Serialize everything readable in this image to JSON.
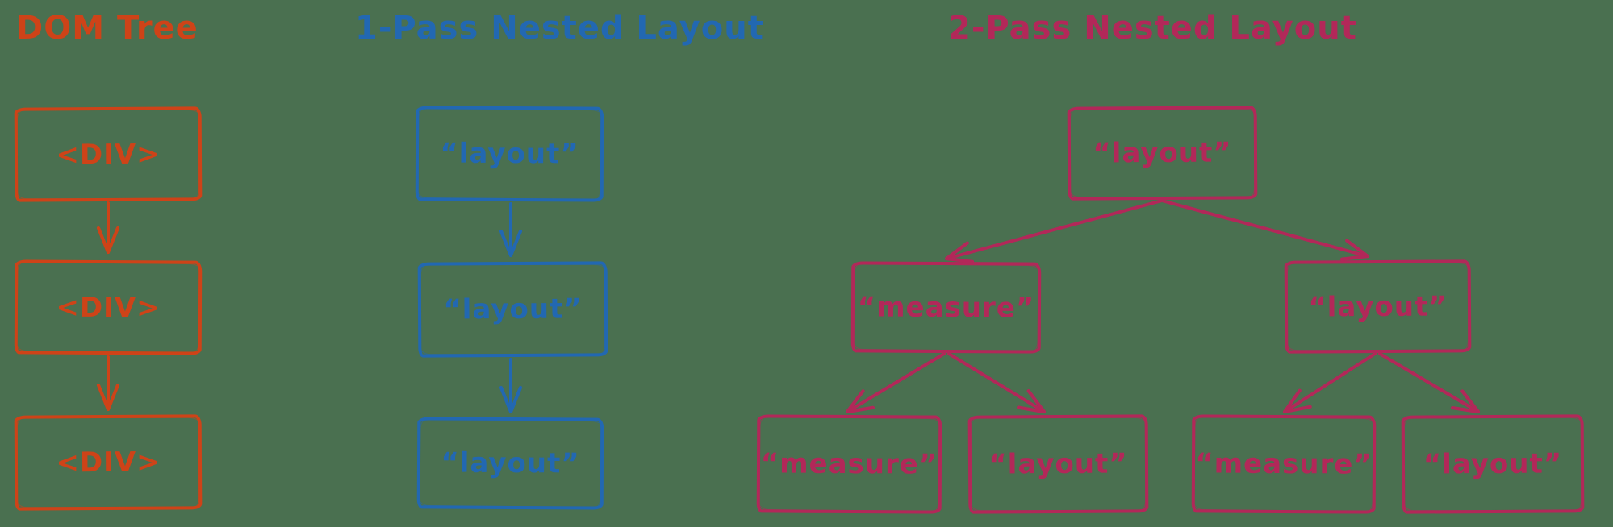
{
  "colors": {
    "bg": "#4A7050",
    "dom": "#CE4318",
    "one": "#2268B2",
    "two": "#B22859"
  },
  "dom_tree": {
    "title": "DOM Tree",
    "nodes": [
      "<DIV>",
      "<DIV>",
      "<DIV>"
    ]
  },
  "one_pass": {
    "title": "1-Pass Nested Layout",
    "nodes": [
      "“layout”",
      "“layout”",
      "“layout”"
    ]
  },
  "two_pass": {
    "title": "2-Pass Nested Layout",
    "root": "“layout”",
    "children": [
      "“measure”",
      "“layout”"
    ],
    "leaves": [
      "“measure”",
      "“layout”",
      "“measure”",
      "“layout”"
    ]
  }
}
